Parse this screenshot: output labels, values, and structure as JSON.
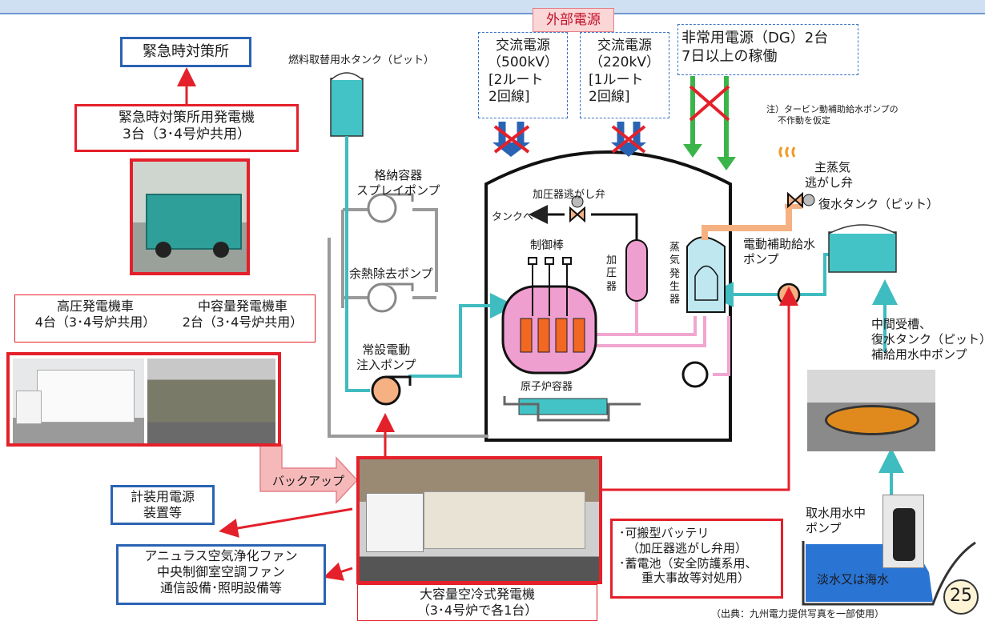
{
  "external_power": {
    "title": "外部電源",
    "ac500": [
      "交流電源",
      "（500kV）",
      "[2ルート",
      "2回線]"
    ],
    "ac220": [
      "交流電源",
      "（220kV）",
      "[1ルート",
      "2回線]"
    ],
    "dg": [
      "非常用電源（DG）2台",
      "7日以上の稼働"
    ]
  },
  "note": [
    "注）タービン動補助給水ポンプの",
    "不作動を仮定"
  ],
  "emergency_office": {
    "title": "緊急時対策所",
    "generator": [
      "緊急時対策所用発電機",
      "3台（3･4号炉共用）"
    ]
  },
  "fuel_tank": "燃料取替用水タンク（ピット）",
  "pumps": {
    "containment_spray": [
      "格納容器",
      "スプレイポンプ"
    ],
    "residual_heat": "余熱除去ポンプ",
    "injection": [
      "常設電動",
      "注入ポンプ"
    ],
    "aux_feedwater": [
      "電動補助給水",
      "ポンプ"
    ],
    "intermediate": [
      "中間受槽、",
      "復水タンク（ピット）",
      "補給用水中ポンプ"
    ],
    "intake": [
      "取水用水中",
      "ポンプ"
    ]
  },
  "reactor": {
    "relief_valve": "加圧器逃がし弁",
    "to_tank": "タンクへ",
    "control_rod": "制御棒",
    "pressurizer": [
      "加",
      "圧",
      "器"
    ],
    "steam_generator": [
      "蒸",
      "気",
      "発",
      "生",
      "器"
    ],
    "vessel": "原子炉容器"
  },
  "main_steam": [
    "主蒸気",
    "逃がし弁"
  ],
  "condensate_tank": "復水タンク（ピット）",
  "vehicles": {
    "high_voltage": [
      "高圧発電機車",
      "4台（3･4号炉共用）"
    ],
    "medium": [
      "中容量発電機車",
      "2台（3･4号炉共用）"
    ]
  },
  "backup": "バックアップ",
  "instrument": [
    "計装用電源",
    "装置等"
  ],
  "annulus": [
    "アニュラス空気浄化ファン",
    "中央制御室空調ファン",
    "通信設備･照明設備等"
  ],
  "battery": [
    "･可搬型バッテリ",
    "（加圧器逃がし弁用）",
    "･蓄電池（安全防護系用、",
    "重大事故等対処用）"
  ],
  "large_generator": [
    "大容量空冷式発電機",
    "（3･4号炉で各1台）"
  ],
  "water_source": "淡水又は海水",
  "source_note": "（出典：九州電力提供写真を一部使用）",
  "page_number": "25",
  "colors": {
    "red": "#e4202a",
    "blue": "#2a63b3",
    "cyan": "#3fbcc0",
    "pink": "#f0a6cf",
    "green": "#3bb54a"
  }
}
